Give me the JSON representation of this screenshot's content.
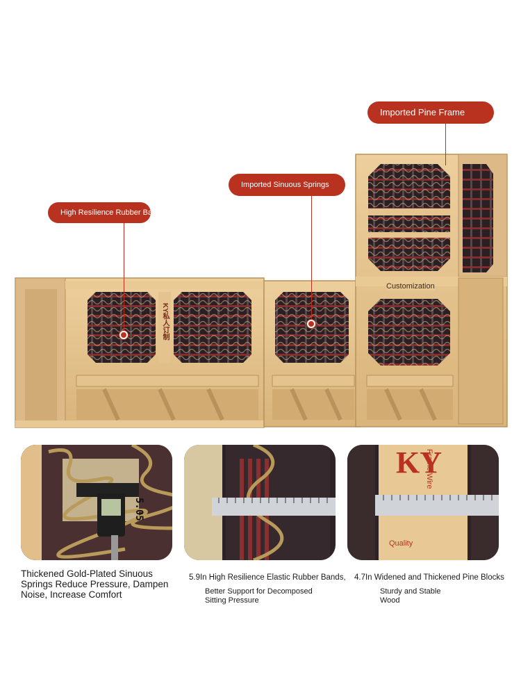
{
  "callouts": {
    "rubber_bands": "High Resilience Rubber Bands",
    "sinuous_springs": "Imported Sinuous Springs",
    "pine_frame": "Imported Pine Frame"
  },
  "product_text": {
    "brand_stamp": "KY私人订制",
    "customization_label": "Customization"
  },
  "detail_photos": {
    "caliper_reading": "5.05",
    "panel3_watermark_top": "Frame Wire",
    "panel3_watermark_bottom": "Quality"
  },
  "features": [
    {
      "title": "Thickened Gold-Plated Sinuous Springs Reduce Pressure, Dampen Noise, Increase Comfort",
      "subtitle": ""
    },
    {
      "title": "5.9In High Resilience Elastic Rubber Bands,",
      "subtitle": "Better Support for Decomposed Sitting Pressure"
    },
    {
      "title": "4.7In Widened and Thickened Pine Blocks",
      "subtitle": "Sturdy and Stable Wood"
    }
  ],
  "colors": {
    "accent": "#b8321f",
    "wood": "#e7c48f",
    "band": "#2a1f22"
  }
}
